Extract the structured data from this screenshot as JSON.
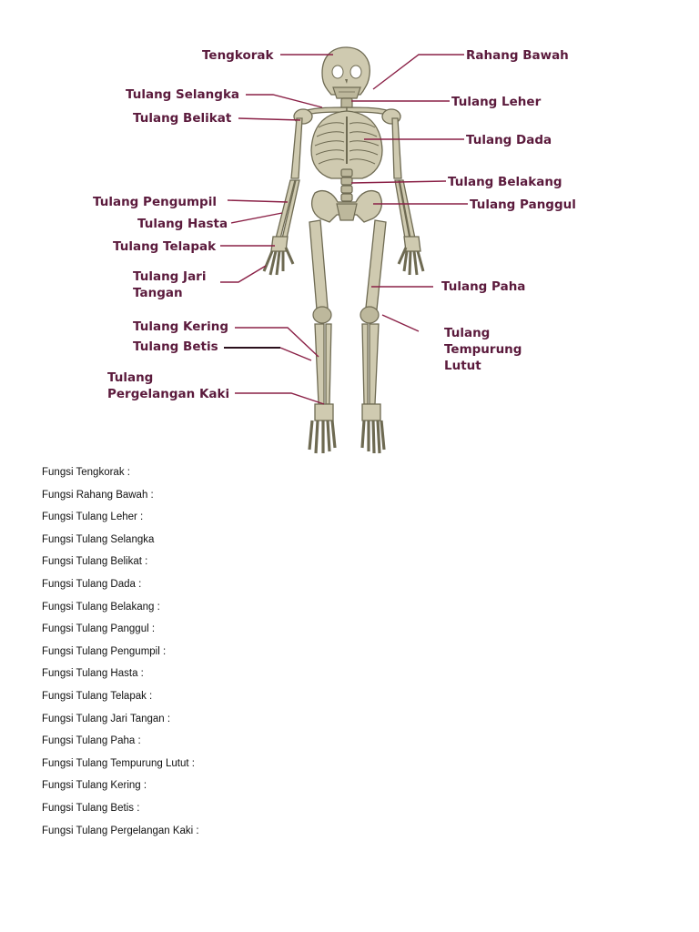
{
  "labels": {
    "tengkorak": "Tengkorak",
    "rahang_bawah": "Rahang Bawah",
    "tulang_selangka": "Tulang Selangka",
    "tulang_leher": "Tulang Leher",
    "tulang_belikat": "Tulang Belikat",
    "tulang_dada": "Tulang Dada",
    "tulang_belakang": "Tulang Belakang",
    "tulang_pengumpil": "Tulang Pengumpil",
    "tulang_panggul": "Tulang Panggul",
    "tulang_hasta": "Tulang Hasta",
    "tulang_telapak": "Tulang Telapak",
    "tulang_jari_line1": "Tulang Jari",
    "tulang_jari_line2": "Tangan",
    "tulang_paha": "Tulang Paha",
    "tulang_kering": "Tulang Kering",
    "tulang_tempurung_line1": "Tulang",
    "tulang_tempurung_line2": "Tempurung",
    "tulang_tempurung_line3": "Lutut",
    "tulang_betis": "Tulang Betis",
    "tulang_pergelangan_line1": "Tulang",
    "tulang_pergelangan_line2": "Pergelangan Kaki"
  },
  "fungsi": [
    "Fungsi Tengkorak :",
    "Fungsi Rahang Bawah :",
    "Fungsi Tulang Leher :",
    "Fungsi Tulang Selangka",
    "Fungsi Tulang Belikat :",
    "Fungsi Tulang Dada :",
    "Fungsi Tulang Belakang :",
    "Fungsi Tulang Panggul :",
    "Fungsi Tulang Pengumpil :",
    "Fungsi Tulang Hasta :",
    "Fungsi Tulang Telapak :",
    "Fungsi Tulang Jari Tangan :",
    "Fungsi Tulang Paha :",
    "Fungsi Tulang Tempurung Lutut :",
    "Fungsi Tulang Kering :",
    "Fungsi Tulang Betis :",
    "Fungsi Tulang Pergelangan Kaki :"
  ],
  "colors": {
    "label": "#5b1a3c",
    "arrow": "#8a2046",
    "bone": "#cfcab0"
  }
}
